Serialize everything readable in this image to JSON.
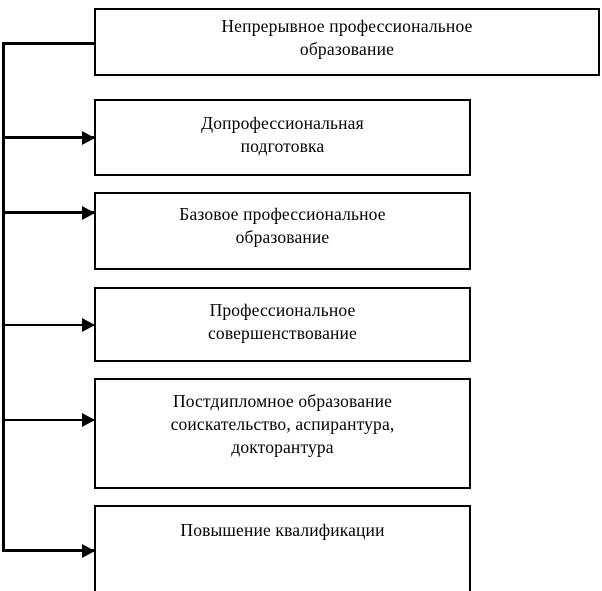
{
  "diagram": {
    "title": "Непрерывное профессиональное образование",
    "type": "hierarchy-tree",
    "orientation": "left-spine-vertical",
    "background_color": "#ffffff",
    "line_color": "#000000",
    "text_color": "#000000",
    "root": {
      "id": "root",
      "lines": [
        "Непрерывное профессиональное",
        "образование"
      ]
    },
    "children": [
      {
        "id": "pre",
        "lines": [
          "Допрофессиональная",
          "подготовка"
        ]
      },
      {
        "id": "basic",
        "lines": [
          "Базовое профессиональное",
          "образование"
        ]
      },
      {
        "id": "advance",
        "lines": [
          "Профессиональное",
          "совершенствование"
        ]
      },
      {
        "id": "post",
        "lines": [
          "Постдипломное образование",
          "соискательство, аспирантура,",
          "докторантура"
        ]
      },
      {
        "id": "qual",
        "lines": [
          "Повышение квалификации"
        ]
      }
    ]
  }
}
